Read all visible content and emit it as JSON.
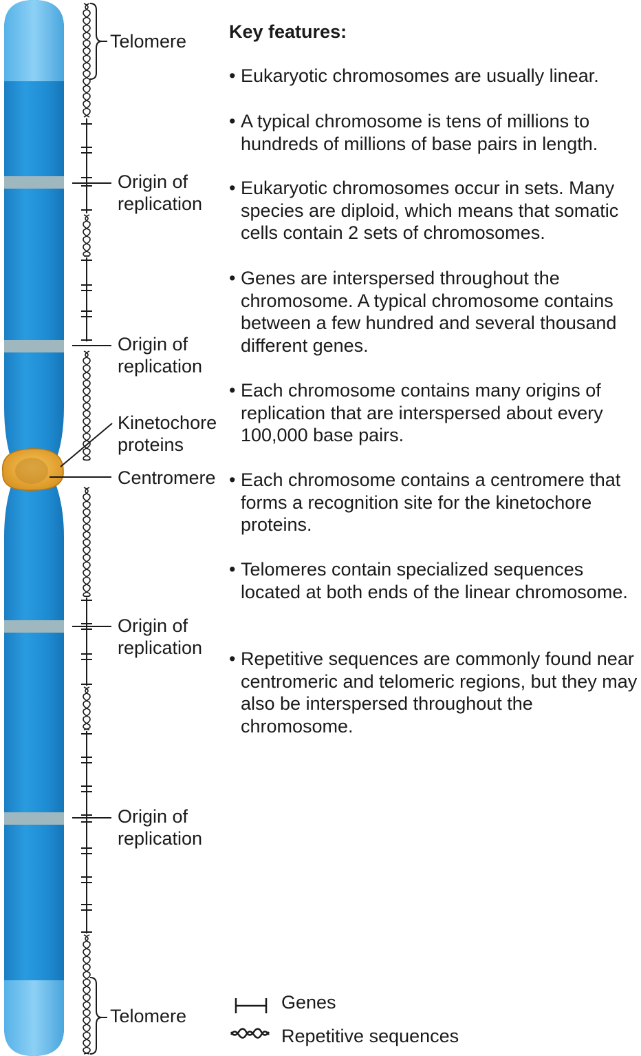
{
  "labels": {
    "telomere_top": "Telomere",
    "telomere_bottom": "Telomere",
    "origin_1": "Origin of\nreplication",
    "origin_2": "Origin of\nreplication",
    "origin_3": "Origin of\nreplication",
    "origin_4": "Origin of\nreplication",
    "kinetochore": "Kinetochore\nproteins",
    "centromere": "Centromere"
  },
  "key_features": {
    "heading": "Key features:",
    "bullet": "•",
    "items": [
      "Eukaryotic chromosomes are usually linear.",
      "A typical chromosome is tens of millions to hundreds of millions of base pairs in length.",
      "Eukaryotic chromosomes occur in sets. Many species are diploid, which means that somatic cells contain 2 sets of chromosomes.",
      "Genes are interspersed throughout the chromosome. A typical chromosome contains between a few hundred and several thousand different genes.",
      "Each chromosome contains many origins of replication that are interspersed about every 100,000 base pairs.",
      "Each chromosome contains a centromere that forms a recognition site for the kinetochore proteins.",
      "Telomeres contain specialized sequences located at both ends of the linear chromosome.",
      "Repetitive sequences are commonly found near centromeric and telomeric regions, but they may also be interspersed throughout the chromosome."
    ]
  },
  "legend": {
    "genes": "Genes",
    "repetitive": "Repetitive sequences"
  },
  "colors": {
    "chromosome": "#1e8fd6",
    "chromosome_light": "#6cc0ef",
    "origin_band": "#9fb8c0",
    "centromere": "#e8a93a",
    "line": "#1a1a1a"
  }
}
